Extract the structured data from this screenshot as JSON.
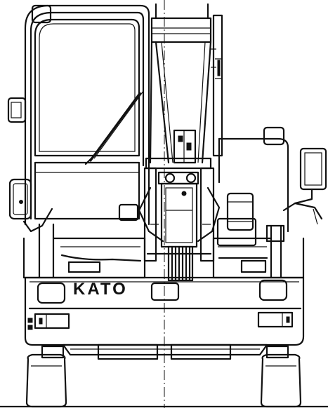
{
  "brand": {
    "logo_text": "KATO"
  },
  "colors": {
    "line": "#111111",
    "background": "#ffffff"
  },
  "icons": {
    "mirror": "rectangular-mirror-shape",
    "light": "rectangular-light-shape",
    "wheel": "tire-shape"
  }
}
